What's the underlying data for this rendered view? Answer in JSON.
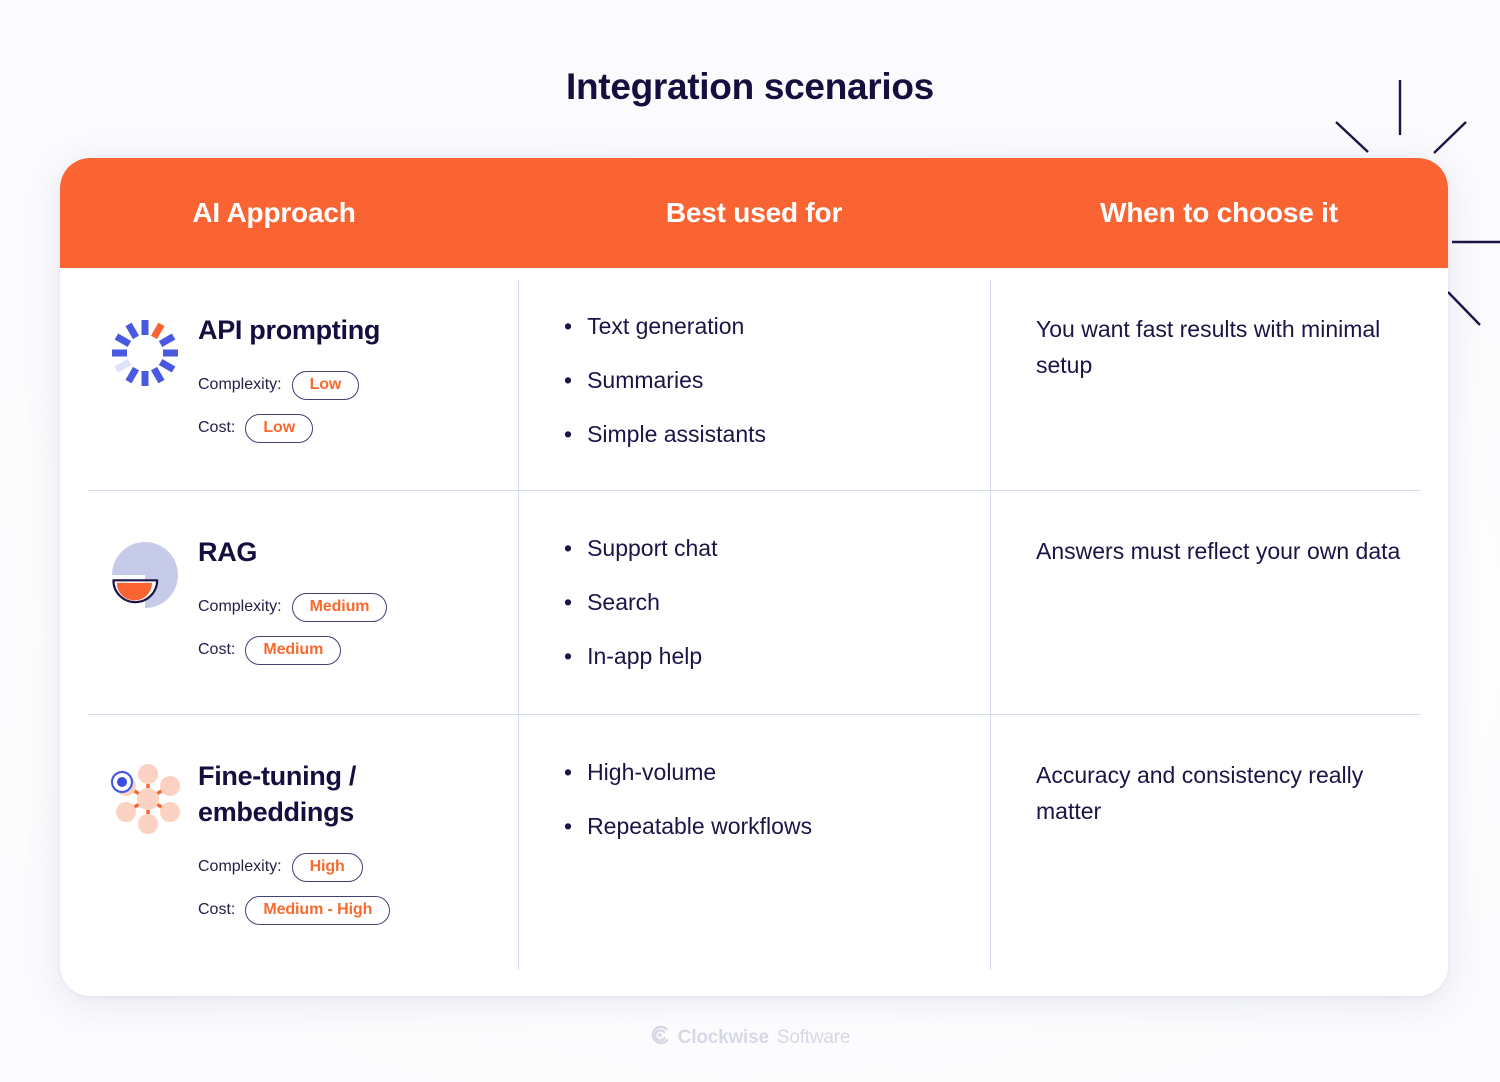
{
  "title": "Integration scenarios",
  "colors": {
    "header_orange": "#fa6432",
    "title_navy": "#150f3f",
    "body_navy": "#1b1446",
    "badge_text_orange": "#f96a2f",
    "badge_border": "#3f4376",
    "divider": "#d2daf0",
    "icon_blue": "#4a5ae0",
    "icon_periwinkle": "#c5cbe9",
    "icon_peach": "#fbd2c1",
    "footer_gray": "#d7d8e6"
  },
  "table": {
    "headers": [
      {
        "label": "AI Approach"
      },
      {
        "label": "Best used for"
      },
      {
        "label": "When to choose it"
      }
    ],
    "meta_labels": {
      "complexity": "Complexity:",
      "cost": "Cost:"
    },
    "rows": [
      {
        "icon": "spinner-icon",
        "approach": "API prompting",
        "complexity": "Low",
        "cost": "Low",
        "best_used_for": [
          "Text generation",
          "Summaries",
          "Simple assistants"
        ],
        "when_to_choose": "You want fast results with minimal setup"
      },
      {
        "icon": "pinwheel-bowl-icon",
        "approach": "RAG",
        "complexity": "Medium",
        "cost": "Medium",
        "best_used_for": [
          "Support chat",
          "Search",
          "In-app help"
        ],
        "when_to_choose": "Answers must reflect your own data"
      },
      {
        "icon": "network-nodes-icon",
        "approach": "Fine-tuning /\nembeddings",
        "complexity": "High",
        "cost": "Medium - High",
        "best_used_for": [
          "High-volume",
          "Repeatable workflows"
        ],
        "when_to_choose": "Accuracy and consistency really matter"
      }
    ]
  },
  "footer": {
    "brand": "Clockwise",
    "word": "Software",
    "mark": "clockwise-spiral-icon"
  },
  "decoration": {
    "shine": "shine-rays-decoration"
  },
  "bullet_char": "•"
}
